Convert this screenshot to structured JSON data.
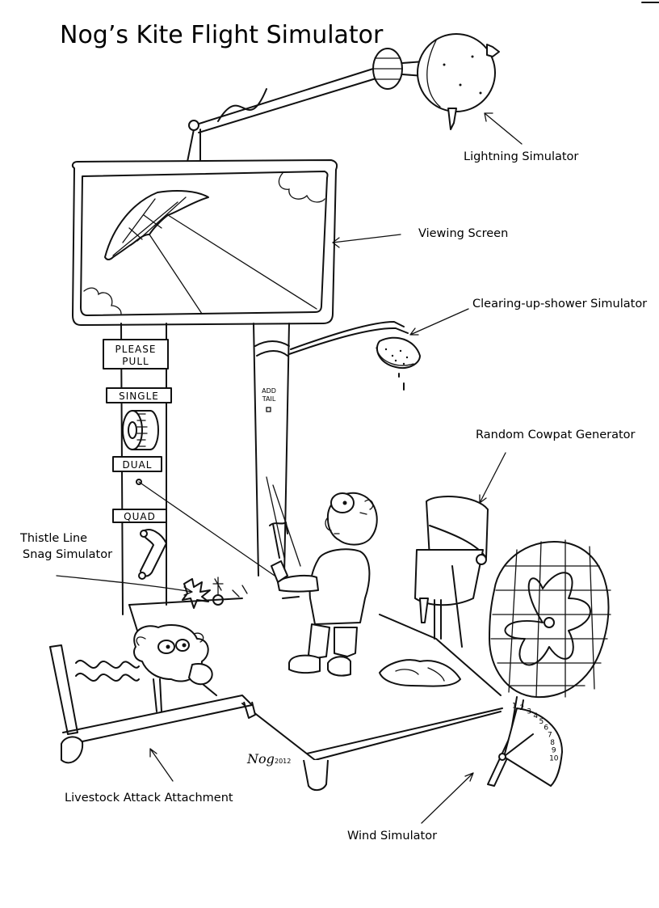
{
  "title": "Nog’s Kite Flight Simulator",
  "labels": {
    "lightning": "Lightning Simulator",
    "viewing_screen": "Viewing Screen",
    "clearing_shower": "Clearing-up-shower Simulator",
    "cowpat": "Random Cowpat Generator",
    "thistle_line1": "Thistle Line",
    "thistle_line2": "Snag Simulator",
    "livestock": "Livestock Attack Attachment",
    "wind": "Wind Simulator"
  },
  "pillar_signs": {
    "please_1": "PLEASE",
    "please_2": "PULL",
    "single": "SINGLE",
    "dual": "DUAL",
    "quad": "QUAD",
    "add_1": "ADD",
    "add_2": "TAIL"
  },
  "fan_dial_numbers": [
    "1",
    "2",
    "3",
    "4",
    "5",
    "6",
    "7",
    "8",
    "9",
    "10"
  ],
  "signature": "Nog",
  "signature_year": "2012"
}
